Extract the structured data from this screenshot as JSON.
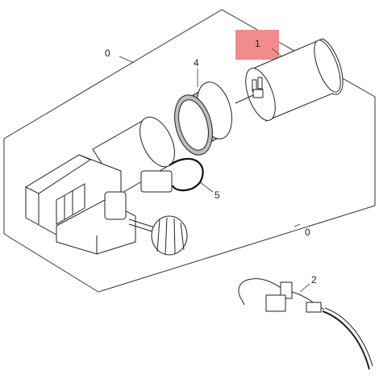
{
  "callouts": {
    "assembly_top": "0",
    "assembly_bottom": "0",
    "capacitor": "1",
    "cable": "2",
    "ring": "4",
    "o_ring": "5"
  },
  "colors": {
    "highlight": "#f28b8b",
    "line": "#222222",
    "ring_fill": "#bdbdbd"
  }
}
